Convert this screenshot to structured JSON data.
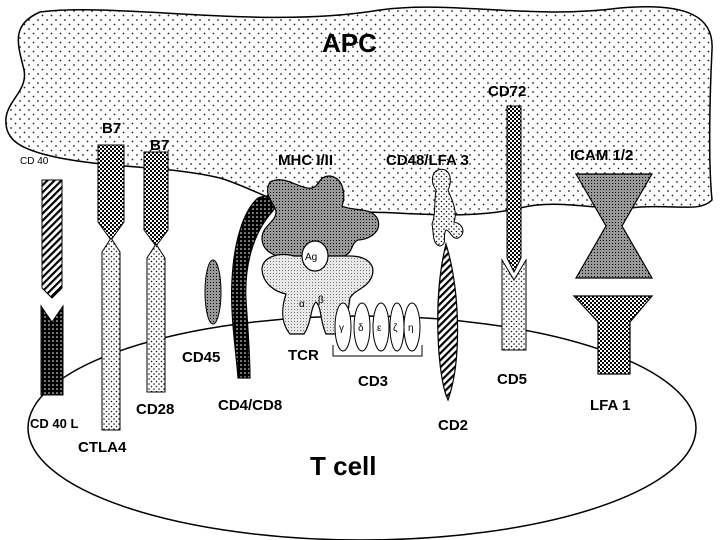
{
  "labels": {
    "apc": "APC",
    "tcell": "T cell",
    "cd40": "CD 40",
    "cd40l": "CD 40 L",
    "b7_a": "B7",
    "b7_b": "B7",
    "ctla4": "CTLA4",
    "cd28": "CD28",
    "mhc": "MHC I/II",
    "ag": "Ag",
    "cd45": "CD45",
    "cd4cd8": "CD4/CD8",
    "tcr": "TCR",
    "alpha": "α",
    "beta": "β",
    "cd3": "CD3",
    "gamma": "γ",
    "delta": "δ",
    "epsilon": "ε",
    "zeta1": "ζ",
    "zeta2": "η",
    "cd48lfa3": "CD48/LFA 3",
    "cd2": "CD2",
    "cd72": "CD72",
    "cd5": "CD5",
    "icam": "ICAM 1/2",
    "lfa1": "LFA 1"
  }
}
